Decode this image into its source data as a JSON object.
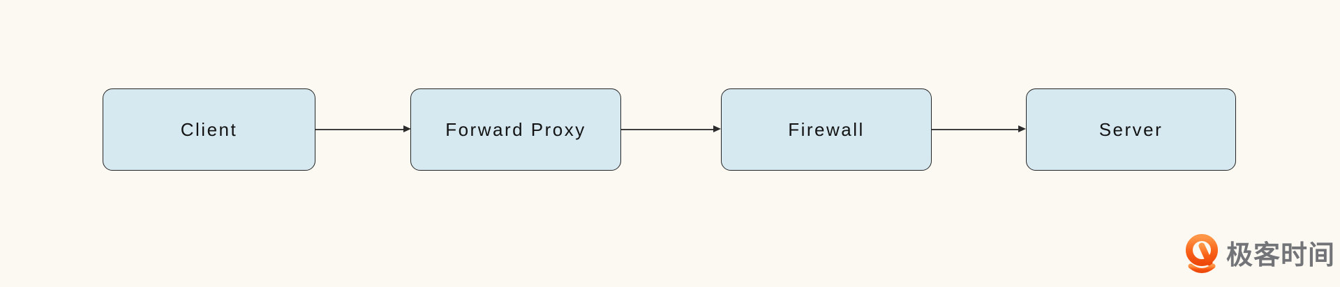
{
  "diagram": {
    "type": "flow",
    "direction": "left-to-right",
    "nodes": [
      {
        "id": "client",
        "label": "Client"
      },
      {
        "id": "forward-proxy",
        "label": "Forward Proxy"
      },
      {
        "id": "firewall",
        "label": "Firewall"
      },
      {
        "id": "server",
        "label": "Server"
      }
    ],
    "edges": [
      {
        "from": "client",
        "to": "forward-proxy",
        "style": "arrow"
      },
      {
        "from": "forward-proxy",
        "to": "firewall",
        "style": "arrow"
      },
      {
        "from": "firewall",
        "to": "server",
        "style": "arrow"
      }
    ],
    "colors": {
      "background": "#FBF9F2",
      "node_fill": "#D6E8F0",
      "node_border": "#242424",
      "node_text": "#131313",
      "arrow": "#3E3E3E"
    }
  },
  "branding": {
    "logo_text": "极客时间",
    "logo_text_color": "#737478",
    "logo_icon": "geektime-pin-icon",
    "logo_icon_color_top": "#FF9546",
    "logo_icon_color_bottom": "#EE4A0C"
  }
}
